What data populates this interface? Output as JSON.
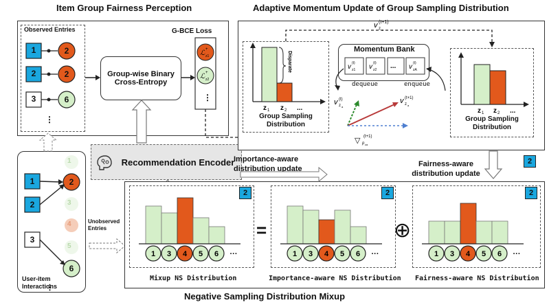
{
  "titles": {
    "fairness": "Item Group Fairness Perception",
    "momentum": "Adaptive Momentum Update of Group Sampling Distribution",
    "mixup": "Negative Sampling Distribution Mixup"
  },
  "fairness_panel": {
    "observed": "Observed Entries",
    "gbce": "G-BCE Loss",
    "bce_box": "Group-wise Binary Cross-Entropy",
    "users": [
      "1",
      "2",
      "3"
    ],
    "items": [
      "2",
      "2",
      "6"
    ]
  },
  "encoder": {
    "label": "Recommendation Encoder"
  },
  "interactions": {
    "label": "User-item Interactions",
    "unobserved": "Unobserved Entries",
    "users": [
      "1",
      "2",
      "3"
    ],
    "items": [
      "1",
      "2",
      "3",
      "4",
      "5",
      "6"
    ]
  },
  "momentum_panel": {
    "bank": "Momentum Bank",
    "disparate": "Disparate",
    "dequeue": "dequeue",
    "enqueue": "enqueue",
    "group_dist": "Group Sampling Distribution",
    "zlabels": [
      "z1",
      "z2",
      "..."
    ],
    "badge": "2"
  },
  "mixup_panel": {
    "importance_update": "Importance-aware distribution update",
    "fairness_update": "Fairness-aware distribution update",
    "mix_label": "Mixup NS Distribution",
    "imp_label": "Importance-aware NS Distribution",
    "fair_label": "Fairness-aware NS Distribution",
    "equals": "=",
    "plus": "⊕",
    "badge": "2",
    "items": [
      "1",
      "3",
      "4",
      "5",
      "6",
      "···"
    ]
  },
  "colors": {
    "green": "#d5efc9",
    "orange": "#e2591c",
    "blue": "#1aa7df",
    "gray": "#e6e6e6"
  }
}
